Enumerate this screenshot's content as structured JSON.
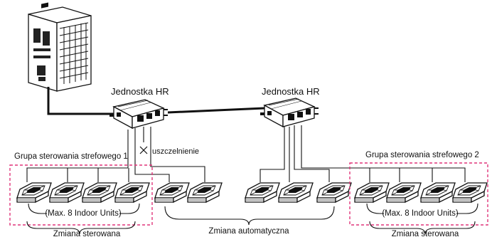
{
  "labels": {
    "hr_unit_1": "Jednostka HR",
    "hr_unit_2": "Jednostka HR",
    "sealing": "uszczelnienie",
    "zone_group_1": "Grupa sterowania strefowego 1",
    "zone_group_2": "Grupa sterowania strefowego 2",
    "max_units_1": "(Max. 8 Indoor Units)",
    "max_units_2": "(Max. 8 Indoor Units)",
    "controlled_change_1": "Zmiana sterowana",
    "automatic_change": "Zmiana automatyczna",
    "controlled_change_2": "Zmiana sterowana"
  },
  "colors": {
    "zone_border": "#e0357a",
    "line": "#111111"
  },
  "icons": {
    "outdoor_unit": "outdoor-unit-icon",
    "hr_unit": "hr-unit-icon",
    "cassette": "cassette-indoor-unit-icon",
    "seal": "seal-cross-icon"
  }
}
